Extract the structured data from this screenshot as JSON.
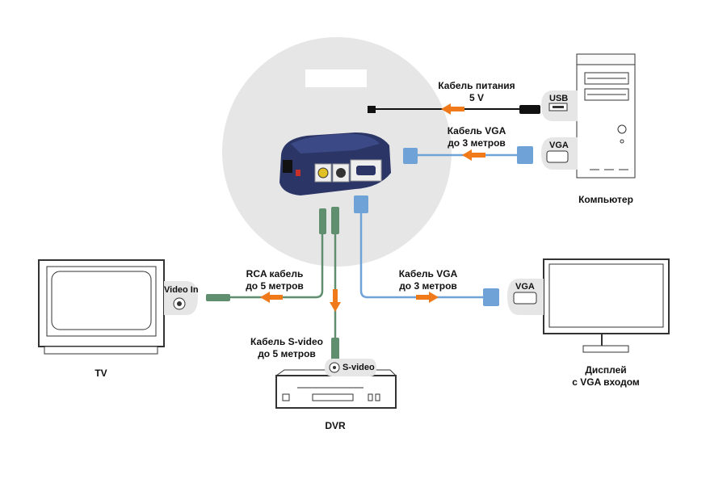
{
  "labels": {
    "power_cable_line1": "Кабель питания",
    "power_cable_line2": "5 V",
    "vga_in_cable_line1": "Кабель VGA",
    "vga_in_cable_line2": "до 3 метров",
    "computer": "Компьютер",
    "usb_port": "USB",
    "vga_port_pc": "VGA",
    "rca_cable_line1": "RCA кабель",
    "rca_cable_line2": "до 5 метров",
    "vga_out_cable_line1": "Кабель VGA",
    "vga_out_cable_line2": "до 3 метров",
    "vga_port_display": "VGA",
    "video_in_port": "Video In",
    "svideo_cable_line1": "Кабель S-video",
    "svideo_cable_line2": "до 5 метров",
    "svideo_port": "S-video",
    "tv": "TV",
    "dvr": "DVR",
    "display_line1": "Дисплей",
    "display_line2": "с VGA входом"
  },
  "colors": {
    "background_circle": "#e6e6e6",
    "device_blue": "#2b3566",
    "vga_cable": "#6fa3d8",
    "rca_cable": "#5f8f6f",
    "arrow": "#f07a1a",
    "power_cable": "#111111",
    "port_badge": "#e6e6e6"
  }
}
